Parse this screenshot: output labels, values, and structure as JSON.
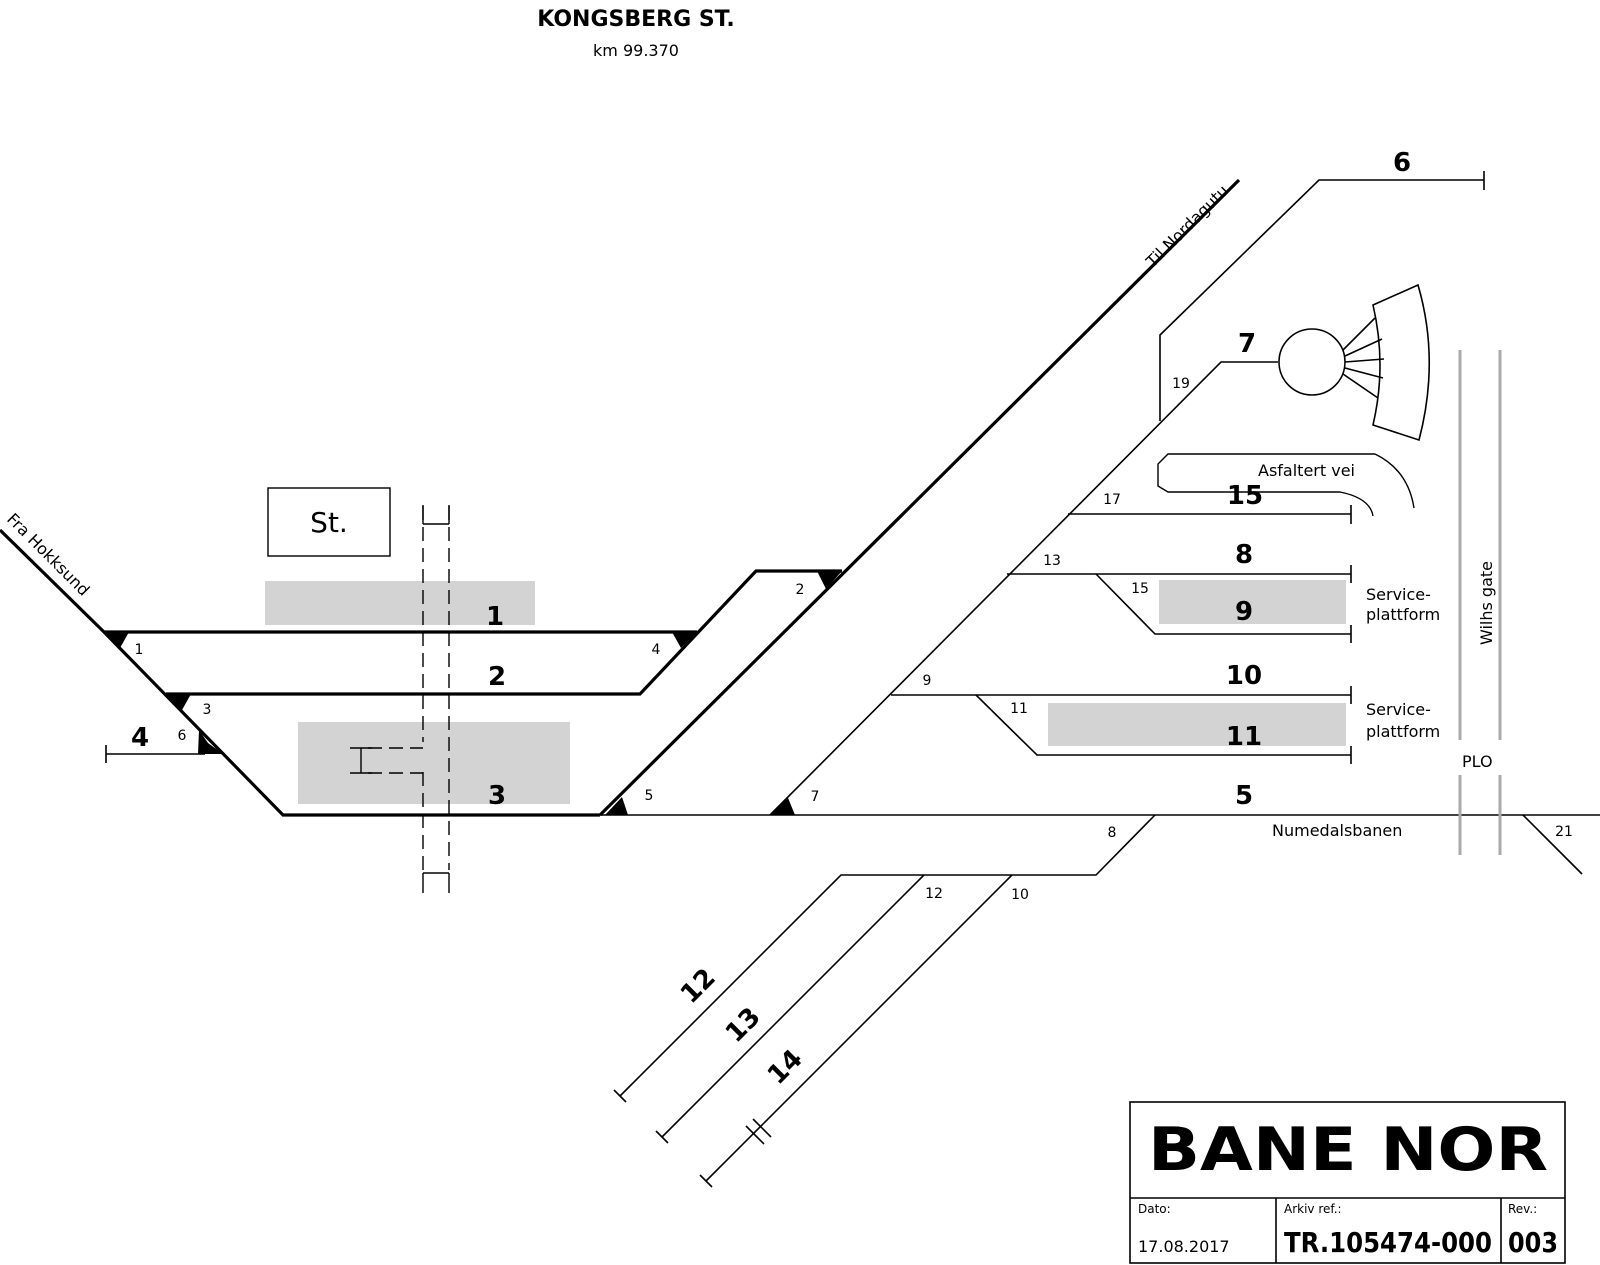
{
  "title": "KONGSBERG ST.",
  "subtitle": "km 99.370",
  "station_label": "St.",
  "directions": {
    "from": "Fra Hokksund",
    "to": "Til Nordagutu",
    "branch": "Numedalsbanen"
  },
  "street": "Wilhs gate",
  "road": "Asfaltert vei",
  "plo": "PLO",
  "service_platform_1": [
    "Service-",
    "plattform"
  ],
  "service_platform_2": [
    "Service-",
    "plattform"
  ],
  "tracks": [
    "1",
    "2",
    "3",
    "4",
    "5",
    "6",
    "7",
    "8",
    "9",
    "10",
    "11",
    "12",
    "13",
    "14",
    "15"
  ],
  "switches": [
    "1",
    "2",
    "3",
    "4",
    "5",
    "6",
    "7",
    "8",
    "9",
    "10",
    "11",
    "12",
    "13",
    "15",
    "17",
    "19",
    "21"
  ],
  "title_block": {
    "logo": "BANE NOR",
    "date_label": "Dato:",
    "date_value": "17.08.2017",
    "arkiv_label": "Arkiv ref.:",
    "arkiv_value": "TR.105474-000",
    "rev_label": "Rev.:",
    "rev_value": "003"
  },
  "colors": {
    "platform": "#d3d3d3",
    "line": "#000000"
  }
}
